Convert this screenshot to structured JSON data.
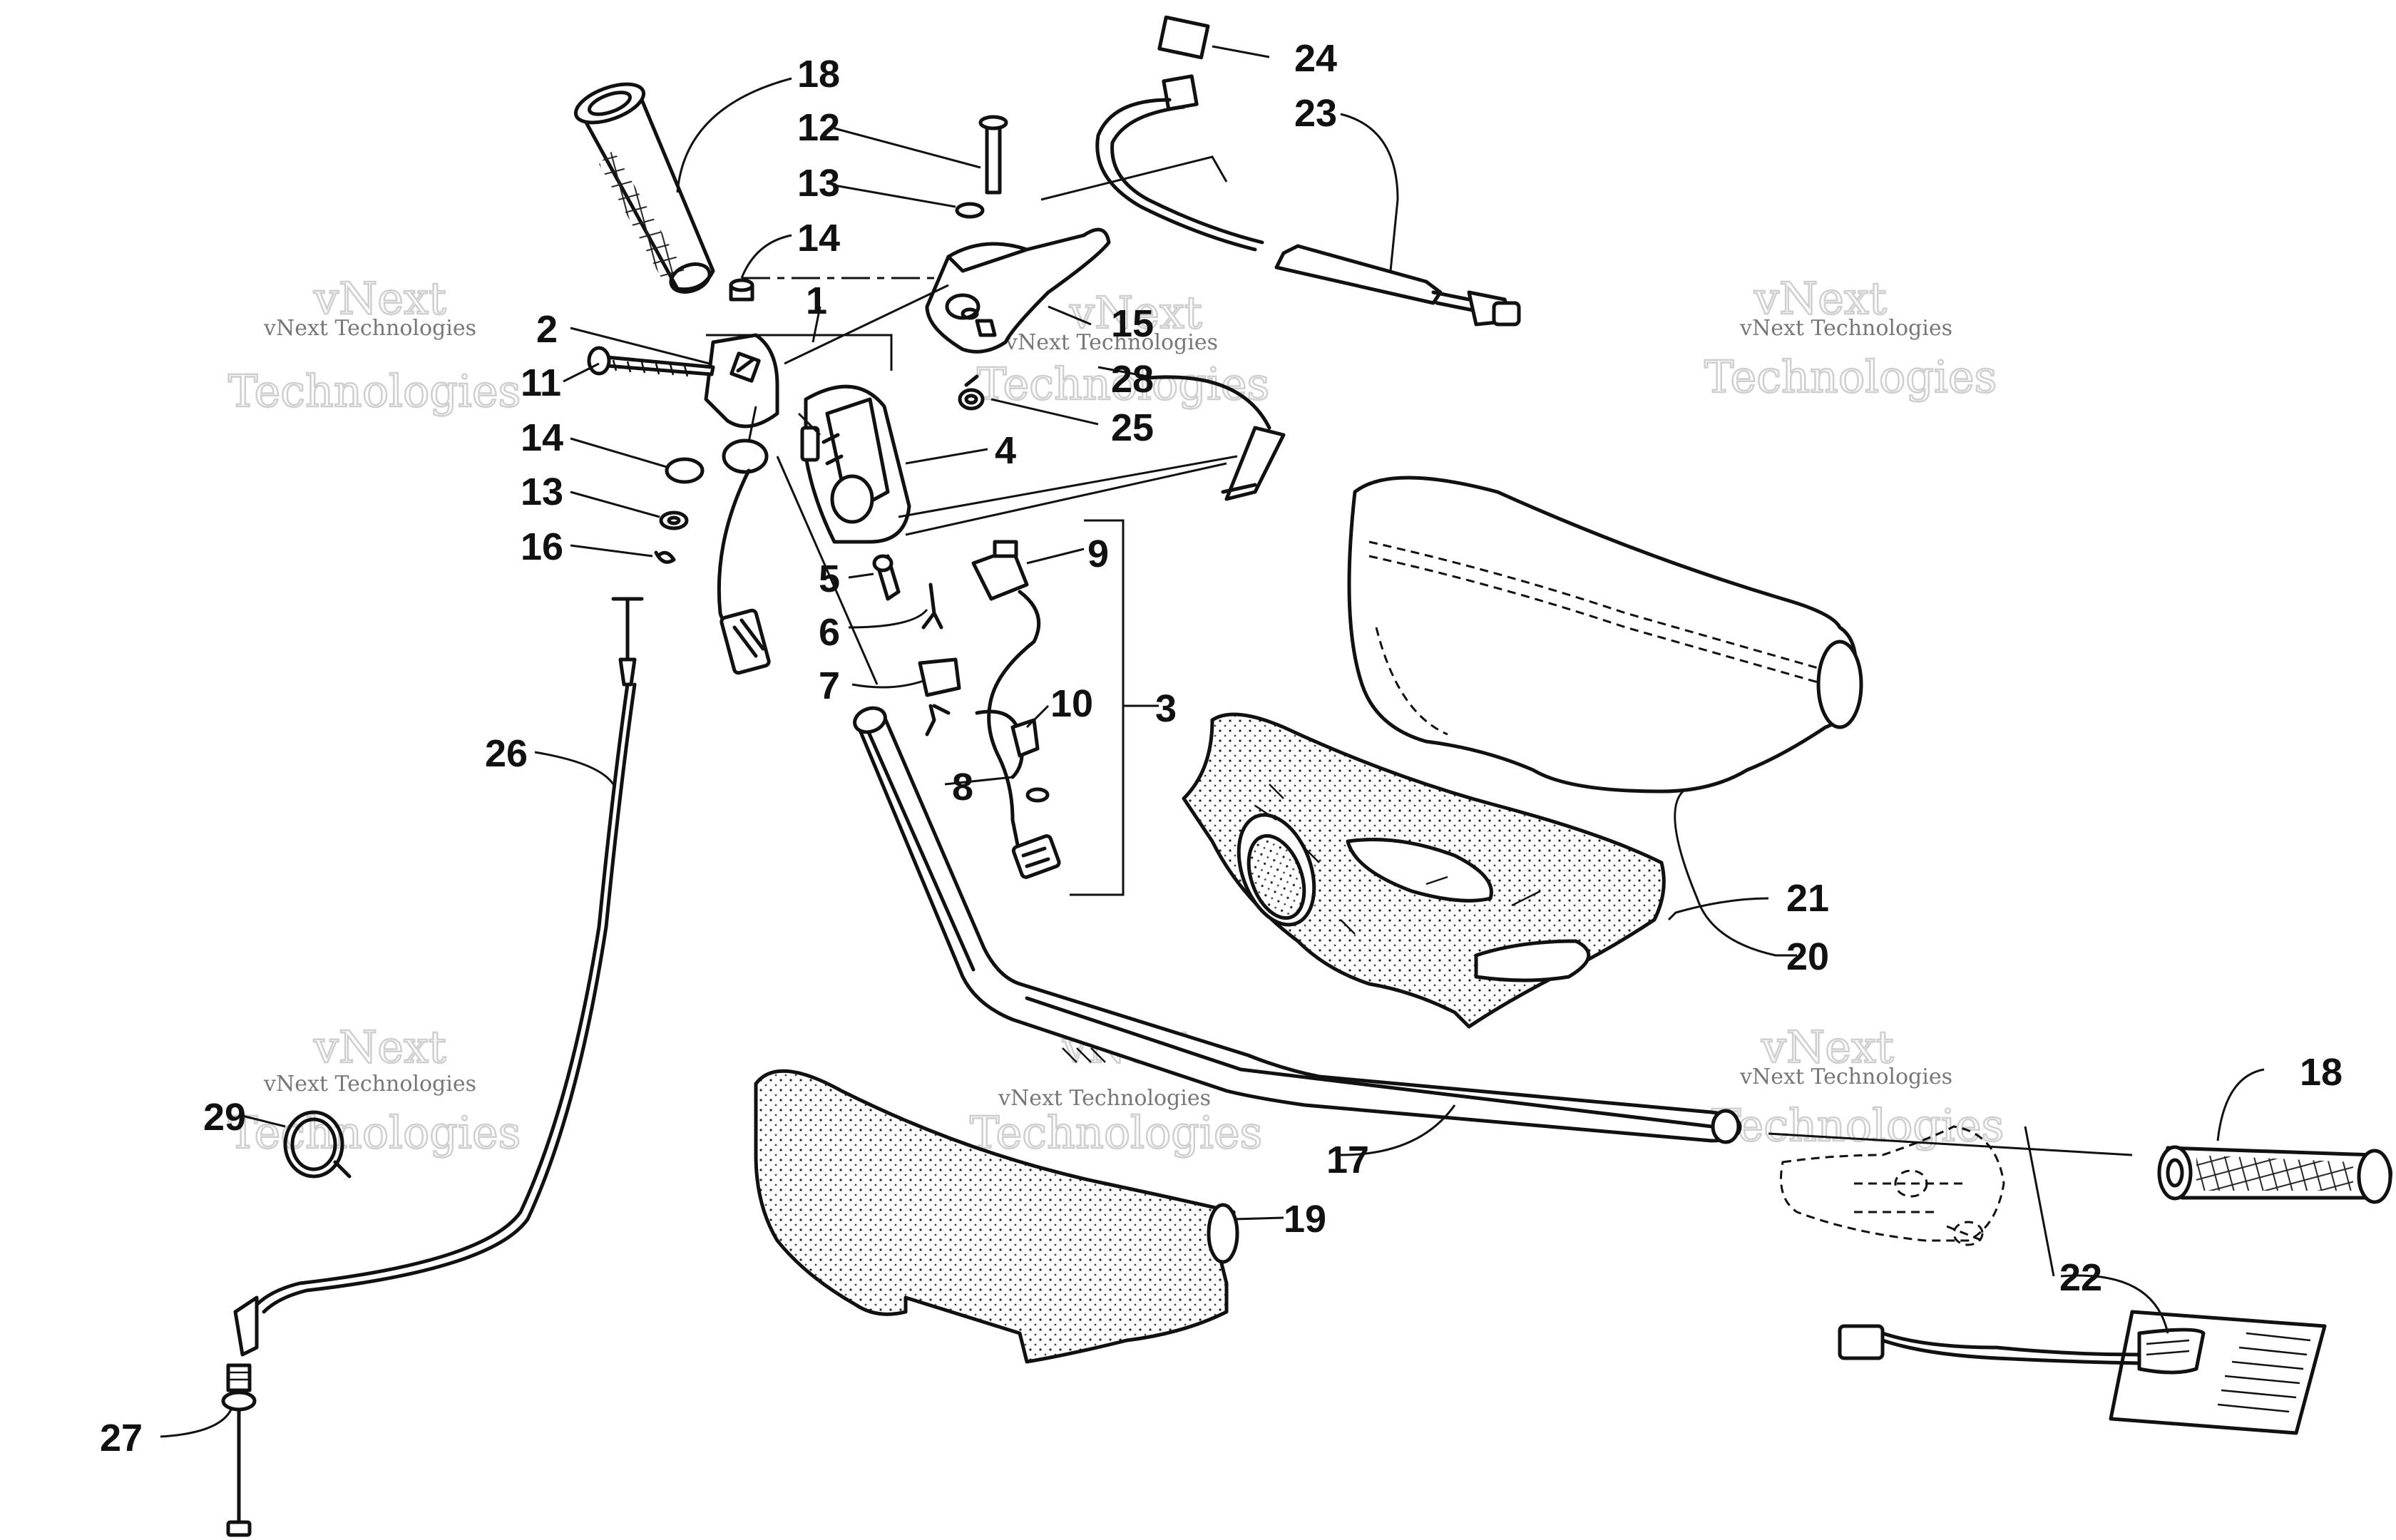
{
  "watermarks": {
    "brand": "vNext",
    "company": "vNext Technologies",
    "tail": "Technologies"
  },
  "callouts": [
    "1",
    "2",
    "3",
    "4",
    "5",
    "6",
    "7",
    "8",
    "9",
    "10",
    "11",
    "12",
    "13",
    "13",
    "14",
    "14",
    "15",
    "16",
    "17",
    "18",
    "18",
    "19",
    "20",
    "21",
    "22",
    "23",
    "24",
    "25",
    "26",
    "27",
    "28",
    "29"
  ]
}
